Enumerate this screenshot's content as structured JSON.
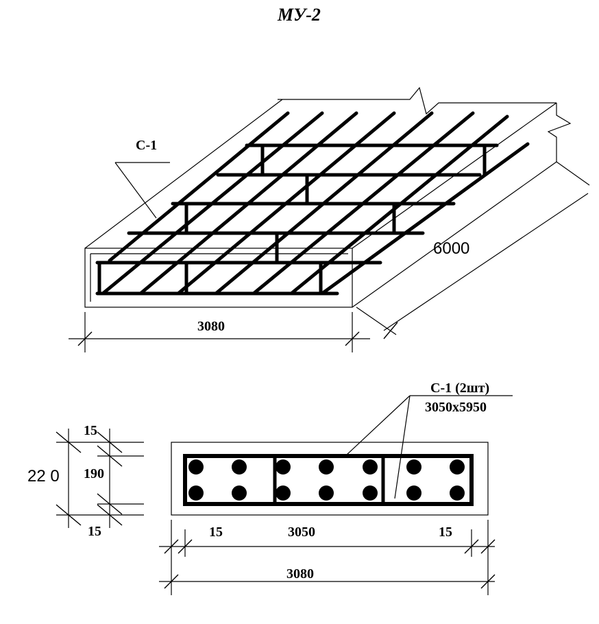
{
  "title": "МУ-2",
  "iso_view": {
    "mesh_label": "С-1",
    "length_label": "6000",
    "width_label": "3080"
  },
  "section_view": {
    "mesh_label_line1": "С-1 (2шт)",
    "mesh_label_line2": "3050х5950",
    "height_total": "22 0",
    "height_inner": "190",
    "cover_top": "15",
    "cover_bottom": "15",
    "cover_left": "15",
    "inner_width": "3050",
    "cover_right": "15",
    "total_width": "3080"
  }
}
